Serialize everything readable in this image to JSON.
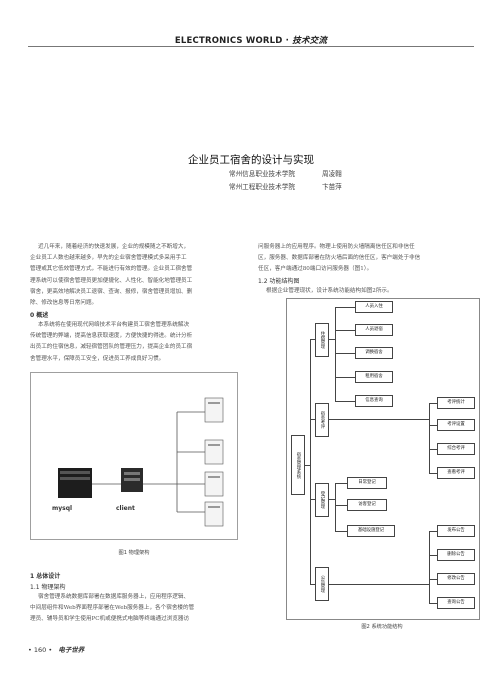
{
  "header": {
    "masthead_en": "ELECTRONICS WORLD · ",
    "masthead_cn": "技术交流"
  },
  "article": {
    "title": "企业员工宿舍的设计与实现",
    "authors": [
      {
        "affiliation": "常州信息职业技术学院",
        "name": "周凌翱"
      },
      {
        "affiliation": "常州工程职业技术学院",
        "name": "卞苗萍"
      }
    ],
    "intro": [
      "近几年来，随着经济的快速发展，企业的规模随之不断增大，",
      "企业员工人数也越来越多，早先的企业宿舍管理模式多采用手工",
      "管理或其它低效管理方式，不能进行有效的管理。企业员工宿舍管",
      "理系统可以使宿舍管理员更加便捷化、人性化、智能化地管理员工",
      "宿舍，更高效地解决员工退宿、查询、报修，宿舍管理员增加、删",
      "除、修改信息等日常问题。"
    ],
    "section0": {
      "heading": "0  概述",
      "lines": [
        "本系统将在使用现代网络技术平台构建员工宿舍管理系统解决",
        "传统管理的弊端，提高信息获取速度，方便快捷的得进。统计分析",
        "出员工的住宿信息，减轻宿管团队的管理压力，提高企业的员工宿",
        "舍管理水平，保障员工安全，促进员工养成良好习惯。"
      ]
    },
    "figure1": {
      "caption": "图1 物理架构",
      "labels": {
        "db": "mysql",
        "client": "client"
      }
    },
    "section1": {
      "heading": "1  总体设计",
      "sub_heading": "1.1  物理架构",
      "lines": [
        "宿舍管理系统数据库部署在数据库服务器上，应用程序逻辑、",
        "中间层组件和Web界面程序部署在Web服务器上，各个宿舍楼的管",
        "理员、辅导员和学生使用PC机或便携式电脑等终端通过浏览器访"
      ]
    },
    "right_col": {
      "lines": [
        "问服务器上的应用程序。物理上使用防火墙隔离信任区和非信任",
        "区，服务器、数据库部署在防火墙后面的信任区，客户端处于非信",
        "任区，客户端通过80端口访问服务器（图1）。"
      ],
      "sub_heading": "1.2  功能结构图",
      "intro": "根据企业管理现状，设计系统功能结构如图2所示。"
    },
    "figure2": {
      "caption": "图2 系统功能结构",
      "root": "宿舍管理系统",
      "groups": [
        {
          "name": "住宿管理",
          "children": [
            "人员入住",
            "人员退宿",
            "调换宿舍",
            "租用宿舍",
            "信息查询"
          ]
        },
        {
          "name": "宿舍考评",
          "children": [
            "考评统计",
            "考评设置",
            "综合考评",
            "查看考评"
          ]
        },
        {
          "name": "登记管理",
          "children": [
            "日常登记",
            "访客登记",
            "基础设施登记"
          ]
        },
        {
          "name": "公告管理",
          "children": [
            "发布公告",
            "删除公告",
            "修改公告",
            "查询公告"
          ]
        }
      ]
    }
  },
  "footer": {
    "page": "• 160 •",
    "journal": "电子世界"
  }
}
